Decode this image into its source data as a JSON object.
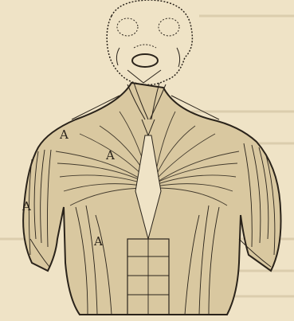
{
  "figure": {
    "labels": [
      "A",
      "A",
      "A",
      "A"
    ]
  },
  "colors": {
    "paper": "#efe3c6",
    "ink": "#2a231a",
    "show_through": "#b9ab8c"
  }
}
